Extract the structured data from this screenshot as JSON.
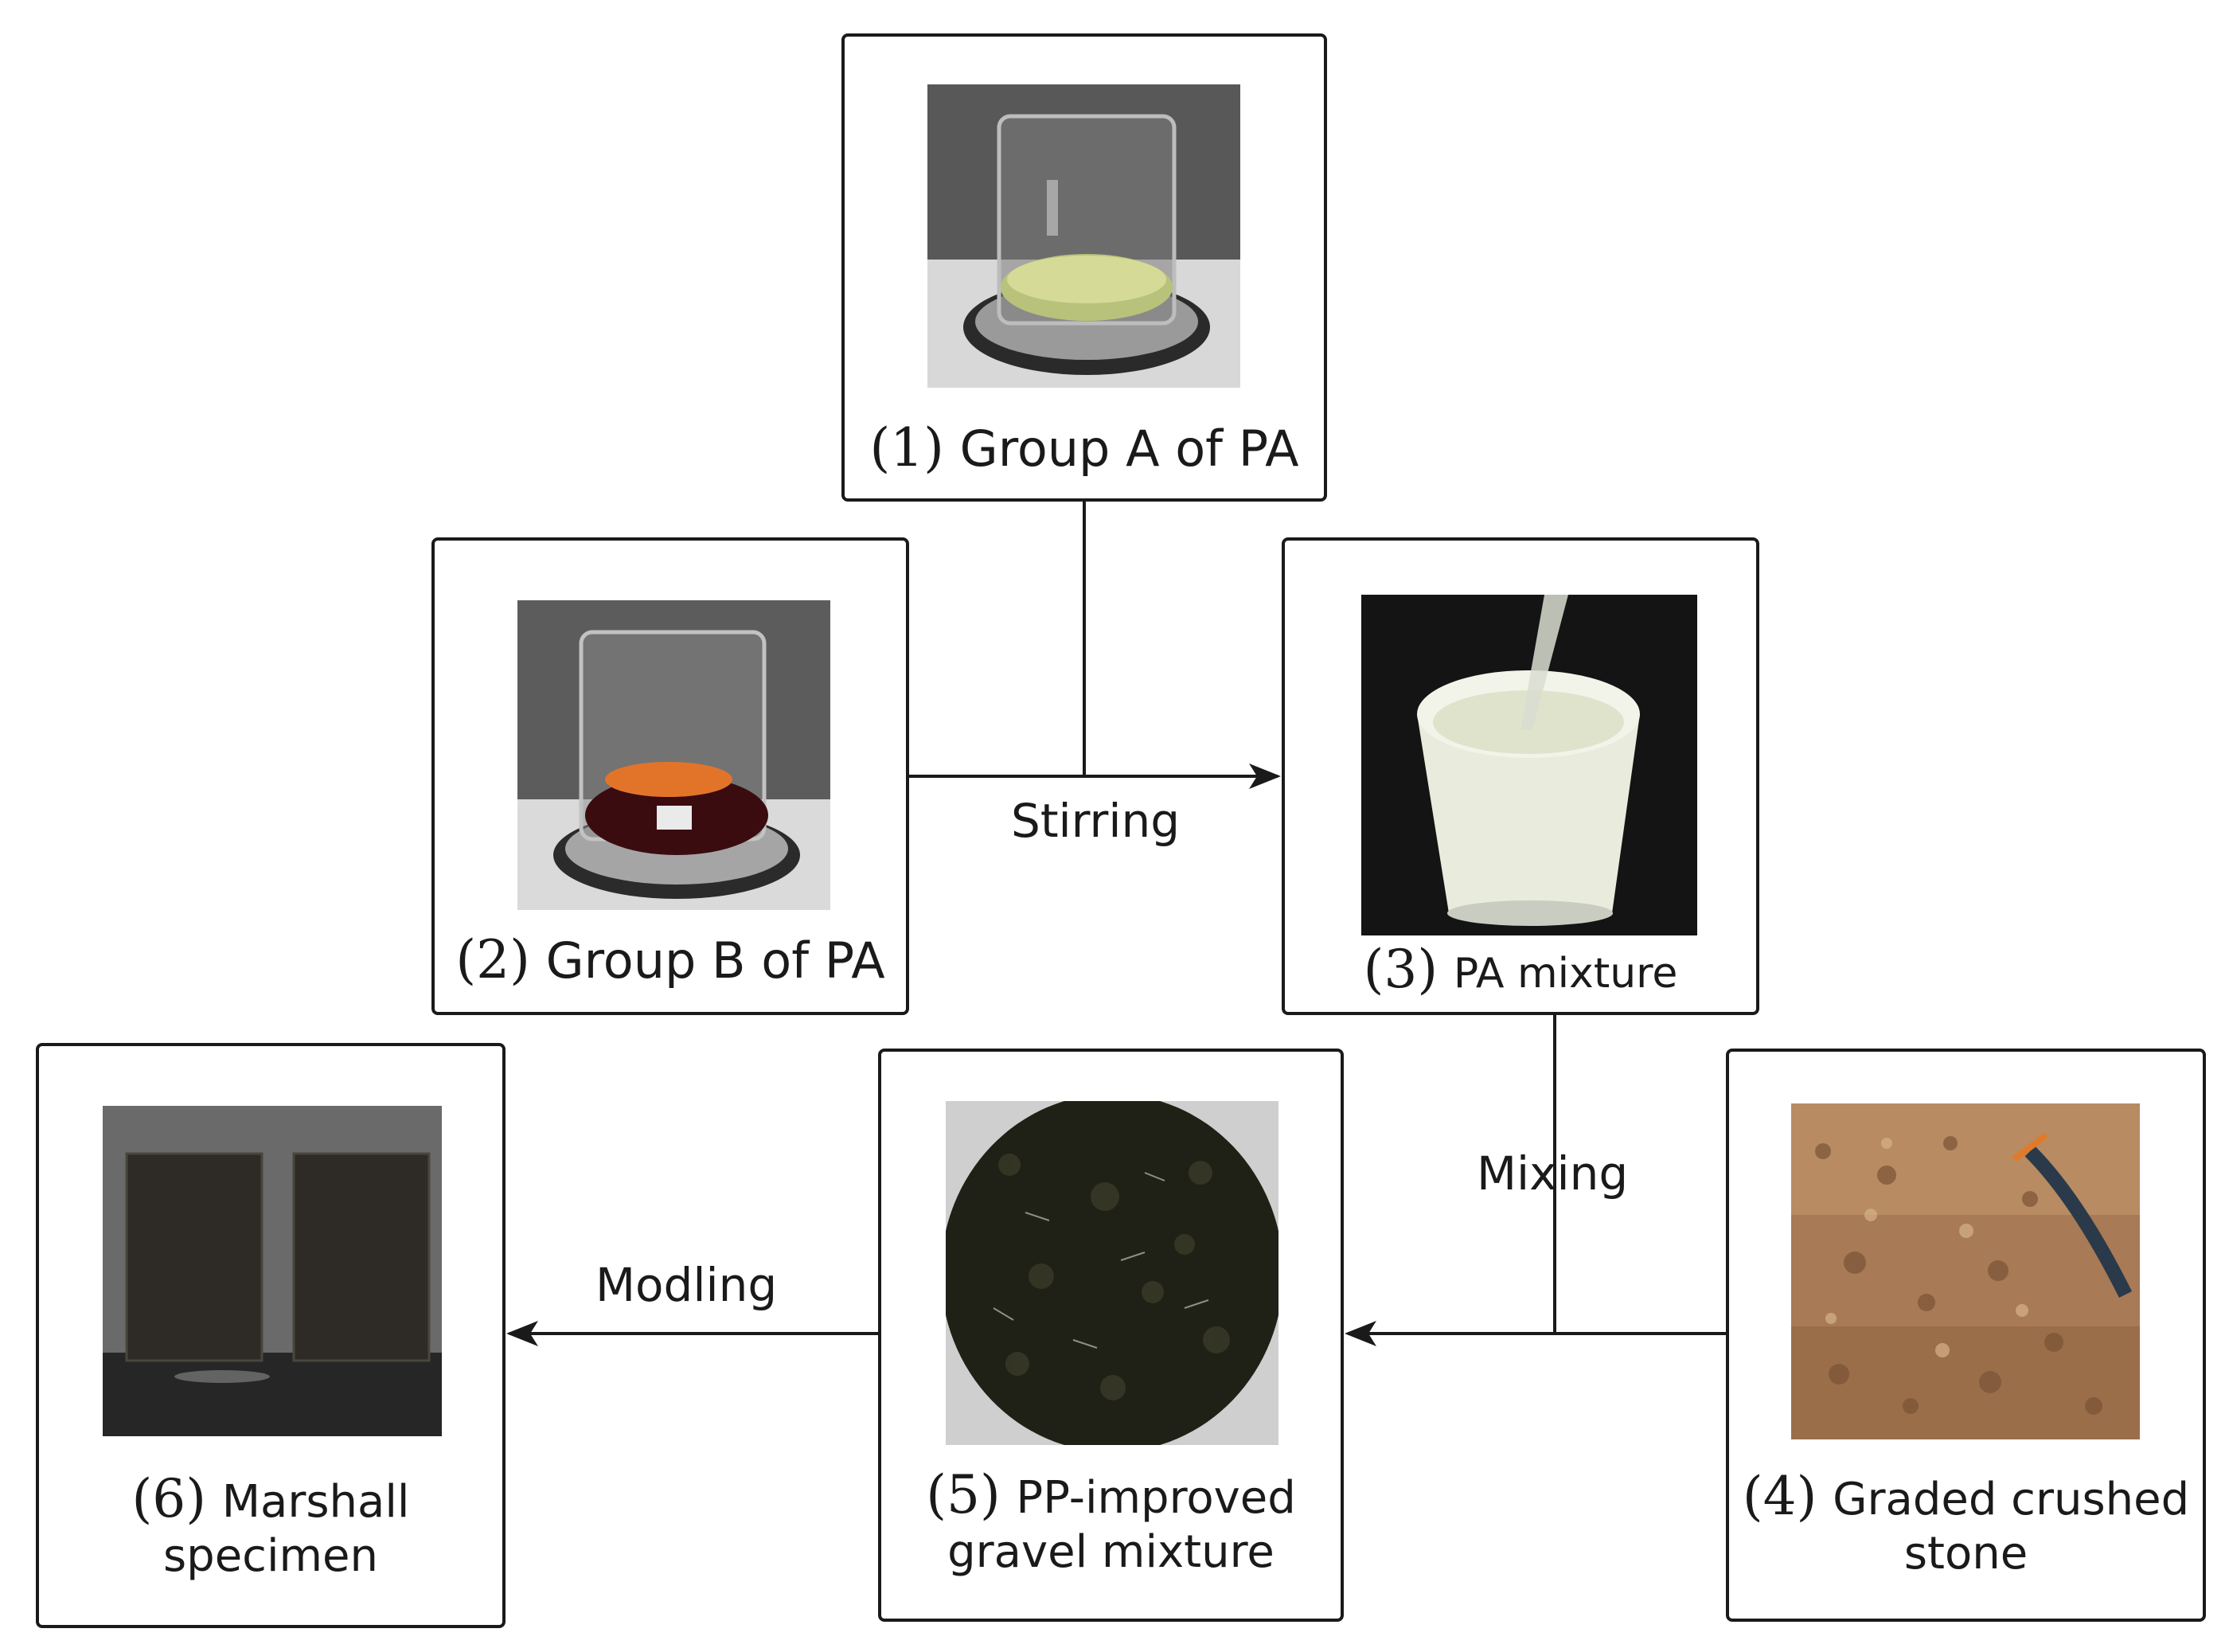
{
  "boxes": {
    "b1": {
      "num": "(1)",
      "line1": "Group A of PA"
    },
    "b2": {
      "num": "(2)",
      "line1": "Group B of PA"
    },
    "b3": {
      "num": "(3)",
      "line1": "PA mixture"
    },
    "b4": {
      "num": "(4)",
      "line1": "Graded crushed",
      "line2": "stone"
    },
    "b5": {
      "num": "(5)",
      "line1": "PP-improved",
      "line2": "gravel mixture"
    },
    "b6": {
      "num": "(6)",
      "line1": "Marshall",
      "line2": "specimen"
    }
  },
  "steps": {
    "stirring": "Stirring",
    "mixing": "Mixing",
    "modling": "Modling"
  }
}
